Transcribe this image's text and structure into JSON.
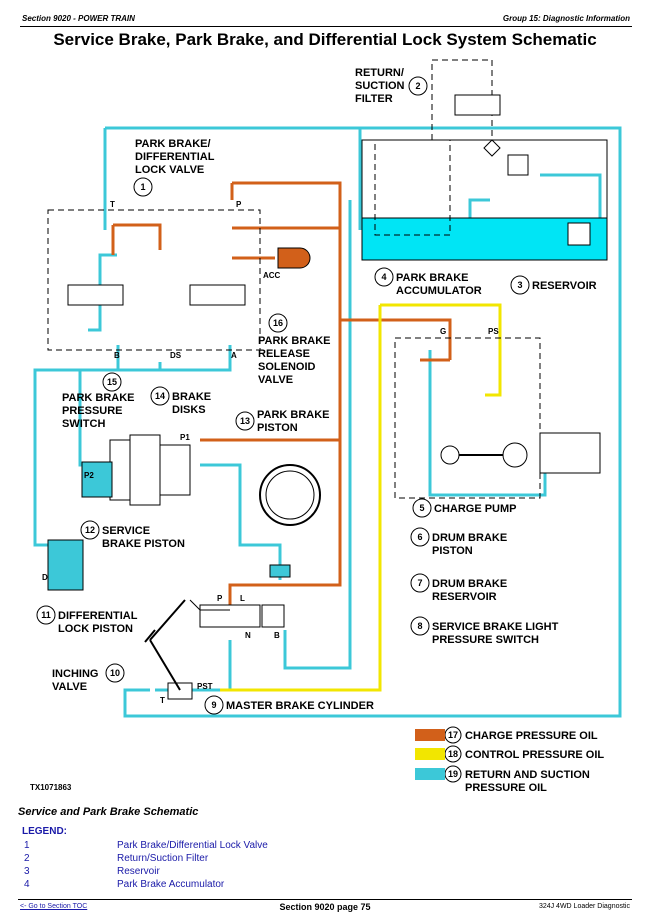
{
  "header": {
    "left": "Section 9020 - POWER TRAIN",
    "right": "Group 15: Diagnostic Information"
  },
  "title": "Service Brake, Park Brake, and Differential Lock System Schematic",
  "colors": {
    "charge": "#d2601a",
    "control": "#f2e600",
    "return": "#3cc8d8",
    "reservoir_fill": "#00e5f5",
    "legend_text": "#1a1aa8"
  },
  "diagram": {
    "callouts": [
      {
        "num": "1",
        "label": "PARK BRAKE/ DIFFERENTIAL LOCK VALVE"
      },
      {
        "num": "2",
        "label": "RETURN/ SUCTION FILTER"
      },
      {
        "num": "3",
        "label": "RESERVOIR"
      },
      {
        "num": "4",
        "label": "PARK BRAKE ACCUMULATOR"
      },
      {
        "num": "5",
        "label": "CHARGE PUMP"
      },
      {
        "num": "6",
        "label": "DRUM BRAKE PISTON"
      },
      {
        "num": "7",
        "label": "DRUM BRAKE RESERVOIR"
      },
      {
        "num": "8",
        "label": "SERVICE BRAKE LIGHT PRESSURE SWITCH"
      },
      {
        "num": "9",
        "label": "MASTER BRAKE CYLINDER"
      },
      {
        "num": "10",
        "label": "INCHING VALVE"
      },
      {
        "num": "11",
        "label": "DIFFERENTIAL LOCK PISTON"
      },
      {
        "num": "12",
        "label": "SERVICE BRAKE PISTON"
      },
      {
        "num": "13",
        "label": "PARK BRAKE PISTON"
      },
      {
        "num": "14",
        "label": "BRAKE DISKS"
      },
      {
        "num": "15",
        "label": "PARK BRAKE PRESSURE SWITCH"
      },
      {
        "num": "16",
        "label": "PARK BRAKE RELEASE SOLENOID VALVE"
      }
    ],
    "port_labels": {
      "t": "T",
      "p": "P",
      "b": "B",
      "a": "A",
      "ds": "DS",
      "acc": "ACC",
      "p1": "P1",
      "p2": "P2",
      "d": "D",
      "g": "G",
      "ps": "PS",
      "mc_p": "P",
      "mc_l": "L",
      "mc_n": "N",
      "mc_b": "B",
      "inch_t": "T",
      "inch_pst": "PST"
    },
    "oil_legend": [
      {
        "num": "17",
        "label": "CHARGE PRESSURE OIL",
        "color_key": "charge"
      },
      {
        "num": "18",
        "label": "CONTROL PRESSURE OIL",
        "color_key": "control"
      },
      {
        "num": "19",
        "label": "RETURN AND SUCTION PRESSURE OIL",
        "color_key": "return"
      }
    ],
    "figure_id": "TX1071863"
  },
  "caption": "Service and Park Brake Schematic",
  "legend": {
    "heading": "LEGEND:",
    "items": [
      {
        "num": "1",
        "text": "Park Brake/Differential Lock Valve"
      },
      {
        "num": "2",
        "text": "Return/Suction Filter"
      },
      {
        "num": "3",
        "text": "Reservoir"
      },
      {
        "num": "4",
        "text": "Park Brake Accumulator"
      }
    ]
  },
  "footer": {
    "link": "<- Go to Section TOC",
    "center": "Section 9020 page 75",
    "right": "324J 4WD Loader Diagnostic"
  }
}
